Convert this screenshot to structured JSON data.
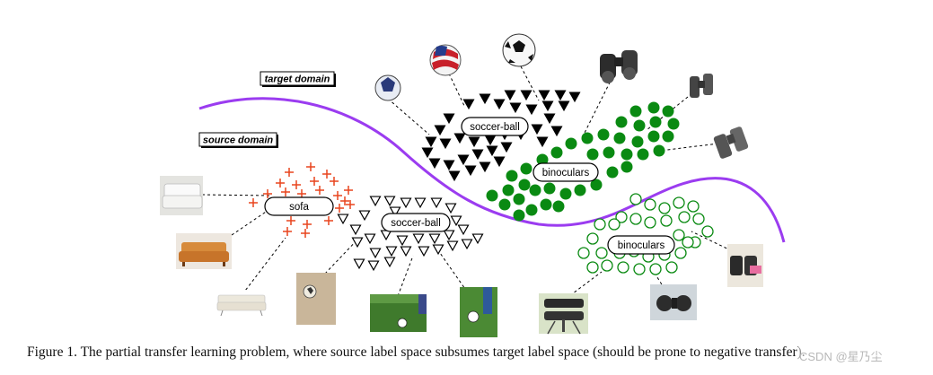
{
  "domains": {
    "target": "target domain",
    "source": "source domain"
  },
  "class_labels": {
    "target_soccer": "soccer-ball",
    "target_binoculars": "binoculars",
    "source_sofa": "sofa",
    "source_soccer": "soccer-ball",
    "source_binoculars": "binoculars"
  },
  "caption": "Figure 1. The partial transfer learning problem, where source label space subsumes target label space (should be prone to negative transfer).",
  "watermark": "CSDN @星乃尘",
  "colors": {
    "boundary": "#9b3cf0",
    "target_soccer": "#000000",
    "target_binoculars": "#0a8a12",
    "source_sofa": "#e8441e",
    "source_soccer": "#000000",
    "source_binoculars": "#0a8a12"
  },
  "icons": [
    "soccer-ball-image",
    "binoculars-image",
    "sofa-image"
  ]
}
